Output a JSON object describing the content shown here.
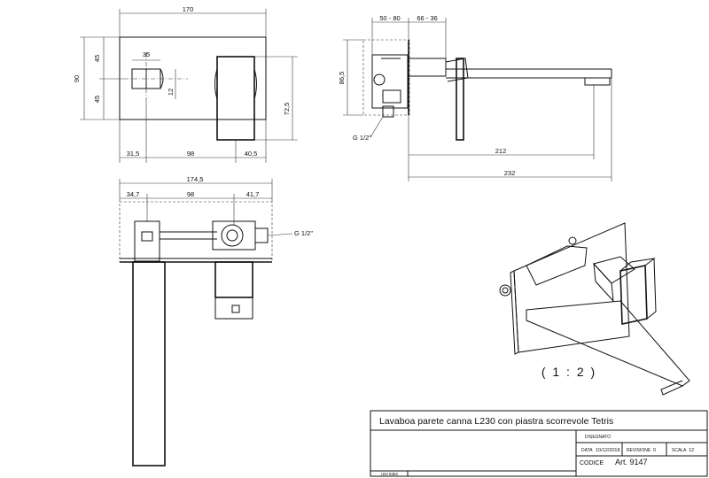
{
  "top_view": {
    "width_total": "170",
    "pos_35": "35",
    "height_90": "90",
    "h45_top": "45",
    "h45_bot": "45",
    "dim_12": "12",
    "dim_72_5": "72,5",
    "dim_31_5": "31,5",
    "dim_98": "98",
    "dim_40_5": "40,5"
  },
  "side_view": {
    "dim_50_80": "50 - 80",
    "dim_66_36": "66 - 36",
    "dim_86_5": "86,5",
    "thread": "G 1/2\"",
    "dim_212": "212",
    "dim_232": "232"
  },
  "front_view": {
    "dim_174_5": "174,5",
    "dim_34_7": "34,7",
    "dim_98": "98",
    "dim_41_7": "41,7",
    "thread": "G 1/2\""
  },
  "iso_view": {
    "scale_note": "( 1 : 2 )"
  },
  "title_block": {
    "title": "Lavaboa parete canna L230 con piastra scorrevole Tetris",
    "disegnato_label": "DISEGNATO",
    "data_label": "DATA",
    "data_value": "10/12/2018",
    "revisione_label": "REVISIONE",
    "revisione_value": "0",
    "scala_label": "SCALA",
    "scala_value": "12",
    "codice_label": "CODICE",
    "codice_value": "Art. 9147",
    "standard": "UNI 8382"
  }
}
